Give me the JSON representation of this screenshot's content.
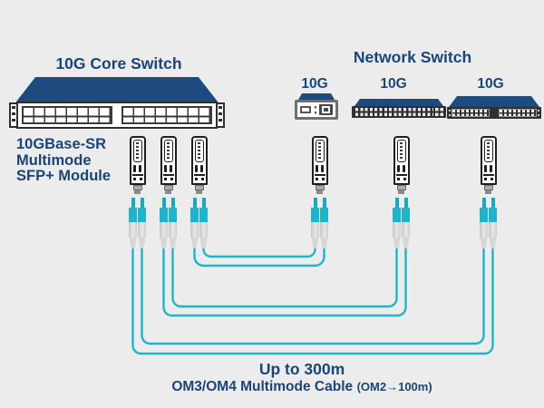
{
  "titles": {
    "core_switch": "10G Core Switch",
    "network_switch": "Network Switch"
  },
  "sfp_label": {
    "line1": "10GBase-SR",
    "line2": "Multimode",
    "line3": "SFP+ Module"
  },
  "network_switches": [
    {
      "speed": "10G",
      "type": "media-converter"
    },
    {
      "speed": "10G",
      "type": "24-port-switch"
    },
    {
      "speed": "10G",
      "type": "rack-switch"
    }
  ],
  "footer": {
    "distance": "Up to 300m",
    "cable_type": "OM3/OM4 Multimode Cable",
    "cable_note": "(OM2→100m)"
  },
  "colors": {
    "background": "#ececec",
    "navy_text": "#1a4577",
    "device_top_blue": "#1d4b80",
    "cable_cyan": "#1cb5cb",
    "connector_gray": "#d6d6d6",
    "panel_dark": "#2f2f2f"
  }
}
